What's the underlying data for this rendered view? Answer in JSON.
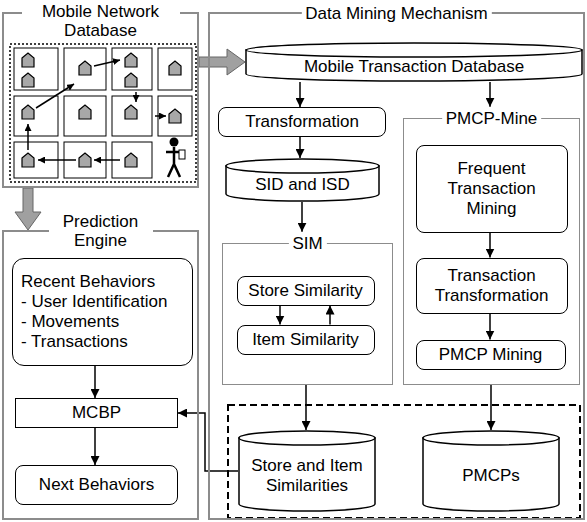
{
  "diagram": {
    "nodes": [
      {
        "text": [
          "Mobile Network Database"
        ]
      },
      {
        "text": [
          "Data Mining Mechanism"
        ]
      },
      {
        "text": [
          "Mobile Transaction Database"
        ],
        "in": 1
      },
      {
        "text": [
          "Transformation"
        ],
        "in": 1
      },
      {
        "text": [
          "SID and ISD"
        ],
        "in": 1
      },
      {
        "text": [
          "SIM"
        ],
        "in": 1
      },
      {
        "text": [
          "Store Similarity"
        ],
        "in": 5
      },
      {
        "text": [
          "Item Similarity"
        ],
        "in": 5
      },
      {
        "text": [
          "PMCP-Mine"
        ],
        "in": 1
      },
      {
        "text": [
          "Frequent Transaction Mining"
        ],
        "in": 8
      },
      {
        "text": [
          "Transaction Transformation"
        ],
        "in": 8
      },
      {
        "text": [
          "PMCP Mining"
        ],
        "in": 8
      },
      {
        "text": [
          "Store and Item Similarities"
        ],
        "in": 1
      },
      {
        "text": [
          "PMCPs"
        ],
        "in": 1
      },
      {
        "text": [
          "Prediction Engine"
        ]
      },
      {
        "text": [
          "Recent Behaviors",
          "- User Identification",
          "- Movements",
          "- Transactions"
        ],
        "in": 14
      },
      {
        "text": [
          "MCBP"
        ],
        "in": 14
      },
      {
        "text": [
          "Next Behaviors"
        ],
        "in": 14
      }
    ],
    "edges": [
      {
        "from": 0,
        "to": 2,
        "arrow": "to"
      },
      {
        "from": 0,
        "to": 14,
        "arrow": "to"
      },
      {
        "from": 2,
        "to": 3,
        "arrow": "to"
      },
      {
        "from": 3,
        "to": 4,
        "arrow": "to"
      },
      {
        "from": 4,
        "to": 5,
        "arrow": "to"
      },
      {
        "from": 2,
        "to": 8,
        "arrow": "to"
      },
      {
        "from": 6,
        "to": 7,
        "arrow": "to"
      },
      {
        "from": 7,
        "to": 6,
        "arrow": "to"
      },
      {
        "from": 9,
        "to": 10,
        "arrow": "to"
      },
      {
        "from": 10,
        "to": 11,
        "arrow": "to"
      },
      {
        "from": 5,
        "to": 12,
        "arrow": "to"
      },
      {
        "from": 8,
        "to": 13,
        "arrow": "to"
      },
      {
        "from": 12,
        "to": 16,
        "arrow": "to"
      },
      {
        "from": 15,
        "to": 16,
        "arrow": "to"
      },
      {
        "from": 16,
        "to": 17,
        "arrow": "to"
      }
    ]
  }
}
